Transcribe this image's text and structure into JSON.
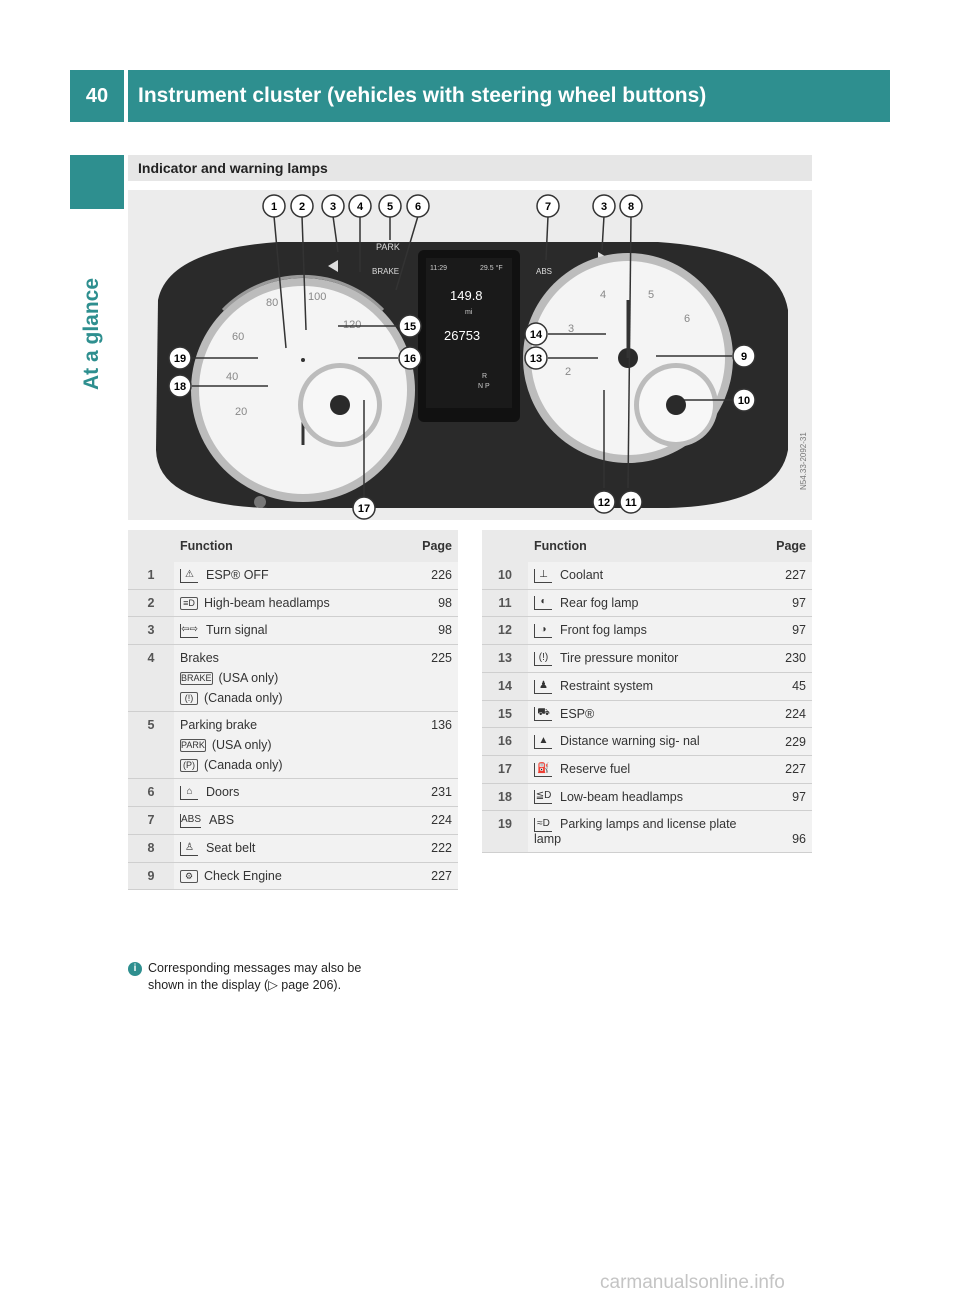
{
  "header": {
    "page_number": "40",
    "title": "Instrument cluster (vehicles with steering wheel buttons)"
  },
  "side_label": "At a glance",
  "section_title": "Indicator and warning lamps",
  "figure": {
    "image_code": "N54.33-2092-31",
    "display": {
      "time": "11:29",
      "temp": "29.5 °F",
      "trip": "149.8",
      "unit": "mi",
      "odometer": "26753",
      "gear_lines": [
        "R",
        "N P"
      ]
    },
    "lamp_labels": {
      "park": "PARK",
      "brake": "BRAKE",
      "abs": "ABS"
    },
    "speedo_ticks": [
      "20",
      "40",
      "60",
      "80",
      "100",
      "120"
    ],
    "tacho_ticks": [
      "2",
      "3",
      "4",
      "5",
      "6"
    ],
    "callouts": [
      "1",
      "2",
      "3",
      "4",
      "5",
      "6",
      "7",
      "3",
      "8",
      "9",
      "10",
      "11",
      "12",
      "13",
      "14",
      "15",
      "16",
      "17",
      "18",
      "19"
    ]
  },
  "table_headers": {
    "function": "Function",
    "page": "Page"
  },
  "table_left": [
    {
      "num": "1",
      "icon": "esp-off-icon",
      "icon_glyph": "⚠",
      "text": "ESP® OFF",
      "page": "226"
    },
    {
      "num": "2",
      "icon": "high-beam-icon",
      "icon_glyph": "≡D",
      "text": "High-beam headlamps",
      "page": "98"
    },
    {
      "num": "3",
      "icon": "turn-signal-icon",
      "icon_glyph": "⇦⇨",
      "text": "Turn signal",
      "page": "98"
    },
    {
      "num": "4",
      "text": "Brakes",
      "page": "225",
      "subs": [
        {
          "icon_glyph": "BRAKE",
          "text": "(USA only)"
        },
        {
          "icon_glyph": "(!)",
          "text": "(Canada only)"
        }
      ]
    },
    {
      "num": "5",
      "text": "Parking brake",
      "page": "136",
      "subs": [
        {
          "icon_glyph": "PARK",
          "text": "(USA only)"
        },
        {
          "icon_glyph": "(P)",
          "text": "(Canada only)"
        }
      ]
    },
    {
      "num": "6",
      "icon": "doors-icon",
      "icon_glyph": "⌂",
      "text": "Doors",
      "page": "231"
    },
    {
      "num": "7",
      "icon": "abs-icon",
      "icon_glyph": "ABS",
      "text": "ABS",
      "page": "224"
    },
    {
      "num": "8",
      "icon": "seat-belt-icon",
      "icon_glyph": "♙",
      "text": "Seat belt",
      "page": "222"
    },
    {
      "num": "9",
      "icon": "check-engine-icon",
      "icon_glyph": "⚙",
      "text": "Check Engine",
      "page": "227"
    }
  ],
  "table_right": [
    {
      "num": "10",
      "icon": "coolant-icon",
      "icon_glyph": "⊥",
      "text": "Coolant",
      "page": "227"
    },
    {
      "num": "11",
      "icon": "rear-fog-icon",
      "icon_glyph": "◐",
      "text": "Rear fog lamp",
      "page": "97"
    },
    {
      "num": "12",
      "icon": "front-fog-icon",
      "icon_glyph": "◑",
      "text": "Front fog lamps",
      "page": "97"
    },
    {
      "num": "13",
      "icon": "tire-pressure-icon",
      "icon_glyph": "(!)",
      "text": "Tire pressure monitor",
      "page": "230"
    },
    {
      "num": "14",
      "icon": "restraint-icon",
      "icon_glyph": "♟",
      "text": "Restraint system",
      "page": "45"
    },
    {
      "num": "15",
      "icon": "esp-icon",
      "icon_glyph": "⛟",
      "text": "ESP®",
      "page": "224"
    },
    {
      "num": "16",
      "icon": "distance-warning-icon",
      "icon_glyph": "▲",
      "text": "Distance warning sig- nal",
      "page": "229"
    },
    {
      "num": "17",
      "icon": "reserve-fuel-icon",
      "icon_glyph": "⛽",
      "text": "Reserve fuel",
      "page": "227"
    },
    {
      "num": "18",
      "icon": "low-beam-icon",
      "icon_glyph": "≦D",
      "text": "Low-beam headlamps",
      "page": "97"
    },
    {
      "num": "19",
      "icon": "parking-lamps-icon",
      "icon_glyph": "≈D",
      "text": "Parking lamps and license plate lamp",
      "page": "96"
    }
  ],
  "note": {
    "line1": "Corresponding messages may also be",
    "line2": "shown in the display (▷ page 206)."
  },
  "footer": "carmanualsonline.info",
  "colors": {
    "accent": "#2e8f8f",
    "cluster_bg": "#2a2a2a",
    "gauge_face": "#f4f4f4",
    "gauge_ring": "#b9b9b9"
  }
}
